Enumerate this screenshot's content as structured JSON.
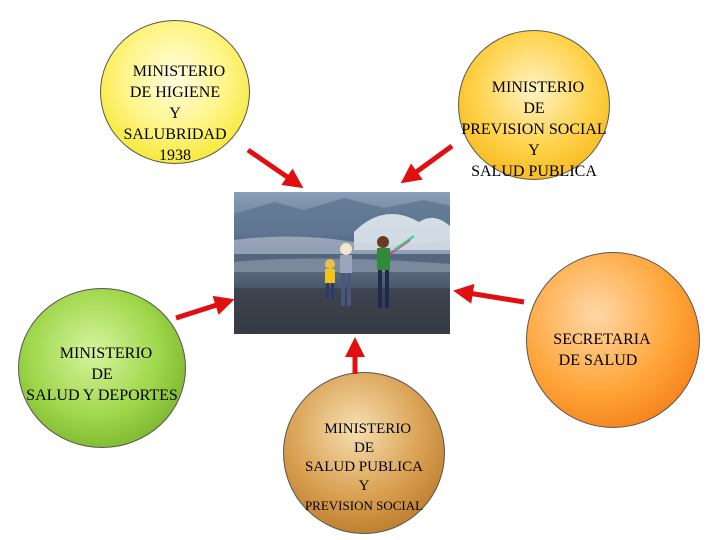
{
  "nodes": {
    "higiene": {
      "lines": [
        "MINISTERIO",
        "DE HIGIENE",
        "Y",
        "SALUBRIDAD",
        "1938"
      ],
      "color": "#f5e62e"
    },
    "prevision": {
      "lines": [
        "MINISTERIO",
        "DE",
        "PREVISION SOCIAL",
        "Y",
        "SALUD PUBLICA"
      ],
      "color": "#ffc21a"
    },
    "deportes": {
      "lines": [
        "MINISTERIO",
        "DE",
        "SALUD Y DEPORTES"
      ],
      "color": "#86c232"
    },
    "secretaria": {
      "lines": [
        "SECRETARIA",
        "DE SALUD"
      ],
      "color": "#f98a1e"
    },
    "salud_publica": {
      "lines": [
        "MINISTERIO",
        "DE",
        "SALUD PUBLICA",
        "Y",
        "PREVISION SOCIAL"
      ],
      "color": "#c88a3a"
    }
  },
  "arrow_color": "#e01010"
}
